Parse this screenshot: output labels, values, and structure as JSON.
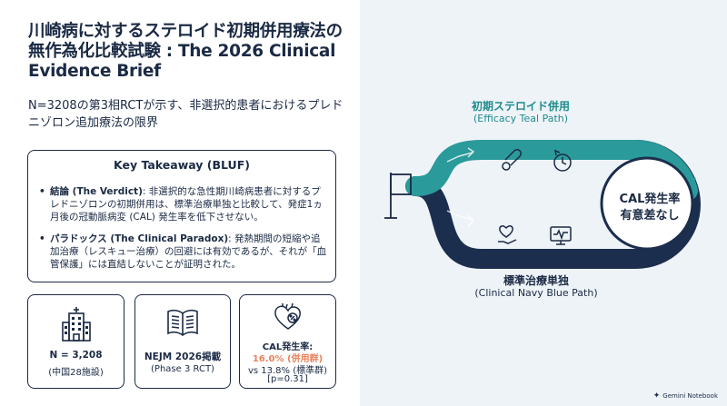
{
  "title": "川崎病に対するステロイド初期併用療法の無作為化比較試験 : The 2026 Clinical Evidence Brief",
  "subtitle": "N=3208の第3相RCTが示す、非選択的患者におけるプレドニゾロン追加療法の限界",
  "takeaway": {
    "heading": "Key Takeaway (BLUF)",
    "items": [
      {
        "bullet": "•",
        "label": "結論 (The Verdict)",
        "text": ": 非選択的な急性期川崎病患者に対するプレドニゾロンの初期併用は、標準治療単独と比較して、発症1ヵ月後の冠動脈病変 (CAL) 発生率を低下させない。"
      },
      {
        "bullet": "•",
        "label": "パラドックス (The Clinical Paradox)",
        "text": ": 発熱期間の短縮や追加治療（レスキュー治療）の回避には有効であるが、それが「血管保護」には直結しないことが証明された。"
      }
    ]
  },
  "cards": {
    "sample": {
      "icon": "hospital-icon",
      "line1": "N = 3,208",
      "line2": "(中国28施設)"
    },
    "journal": {
      "icon": "book-icon",
      "line1": "NEJM 2026掲載",
      "line2": "(Phase 3 RCT)"
    },
    "cal": {
      "icon": "heart-icon",
      "line1": "CAL発生率:",
      "line2": "16.0% (併用群)",
      "line3": "vs 13.8% (標準群)",
      "line4": "[p=0.31]",
      "accent": "#e9825a"
    }
  },
  "diagram": {
    "teal_title": "初期ステロイド併用",
    "teal_sub": "(Efficacy Teal Path)",
    "navy_title": "標準治療単独",
    "navy_sub": "(Clinical Navy Blue Path)",
    "result_line1": "CAL発生率",
    "result_line2": "有意差なし",
    "teal_color": "#2a9a9a",
    "navy_color": "#1b2e4d"
  },
  "brand": {
    "label": "Gemini Notebook"
  }
}
